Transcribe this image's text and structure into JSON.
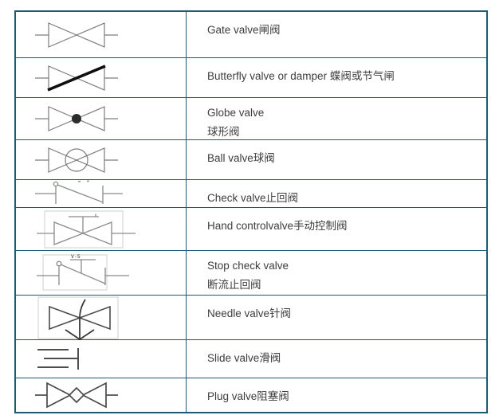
{
  "colors": {
    "table_border": "#1d5a74",
    "text": "#3d3d3d",
    "symbol_stroke_light": "#7d7d7d",
    "symbol_stroke_dark": "#4a4a4a",
    "butterfly_disc": "#0f0f0f",
    "image_box_border": "#cfcfcf",
    "background": "#ffffff"
  },
  "table": {
    "rows": [
      {
        "symbol": "gate-valve-icon",
        "line1": "Gate valve闸阀"
      },
      {
        "symbol": "butterfly-valve-icon",
        "line1": "Butterfly valve or damper 蝶阀或节气闸"
      },
      {
        "symbol": "globe-valve-icon",
        "line1": "Globe valve",
        "line2": "球形阀"
      },
      {
        "symbol": "ball-valve-icon",
        "line1": "Ball valve球阀"
      },
      {
        "symbol": "check-valve-icon",
        "line1": "Check valve止回阀"
      },
      {
        "symbol": "hand-control-valve-icon",
        "line1": "Hand controlvalve手动控制阀"
      },
      {
        "symbol": "stop-check-valve-icon",
        "line1": "Stop check valve",
        "line2": "断流止回阀",
        "symbol_tag": "V-5"
      },
      {
        "symbol": "needle-valve-icon",
        "line1": "Needle valve针阀"
      },
      {
        "symbol": "slide-valve-icon",
        "line1": "Slide valve滑阀"
      },
      {
        "symbol": "plug-valve-icon",
        "line1": "Plug valve阻塞阀"
      }
    ]
  }
}
